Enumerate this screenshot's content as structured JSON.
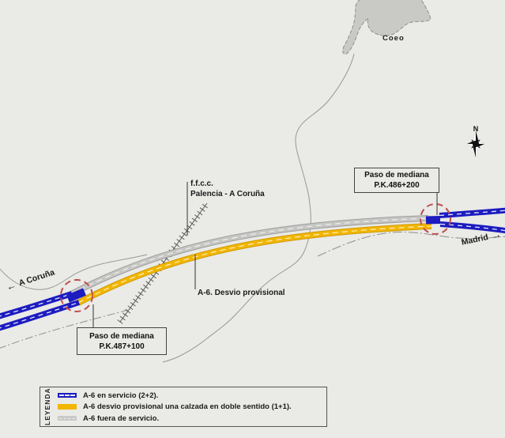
{
  "map": {
    "labels": {
      "ffcc_line1": "f.f.c.c.",
      "ffcc_line2": "Palencia - A Coruña",
      "detour": "A-6. Desvio provisional",
      "coruna": "A Coruña",
      "madrid": "Madrid",
      "coeo": "Coeo",
      "compass_n": "N"
    },
    "callouts": {
      "right": {
        "line1": "Paso de mediana",
        "line2": "P.K.486+200"
      },
      "left": {
        "line1": "Paso de mediana",
        "line2": "P.K.487+100"
      }
    }
  },
  "legend": {
    "title": "LEYENDA",
    "items": [
      {
        "label": "A-6 en servicio (2+2).",
        "color": "#1c1cc0",
        "swatch": "blue-dual-carriageway"
      },
      {
        "label": "A-6 desvio provisional una calzada en doble sentido (1+1).",
        "color": "#f2b600",
        "swatch": "yellow-detour-carriageway"
      },
      {
        "label": "A-6 fuera de servicio.",
        "color": "#c9c9c9",
        "swatch": "gray-out-of-service"
      }
    ]
  },
  "colors": {
    "background": "#eaeae7",
    "in_service_blue": "#1c1cc0",
    "detour_yellow": "#f2b600",
    "out_of_service_gray": "#c6c6c6",
    "median_circle_red": "#c0504d",
    "town_fill": "#c9c9c6"
  }
}
